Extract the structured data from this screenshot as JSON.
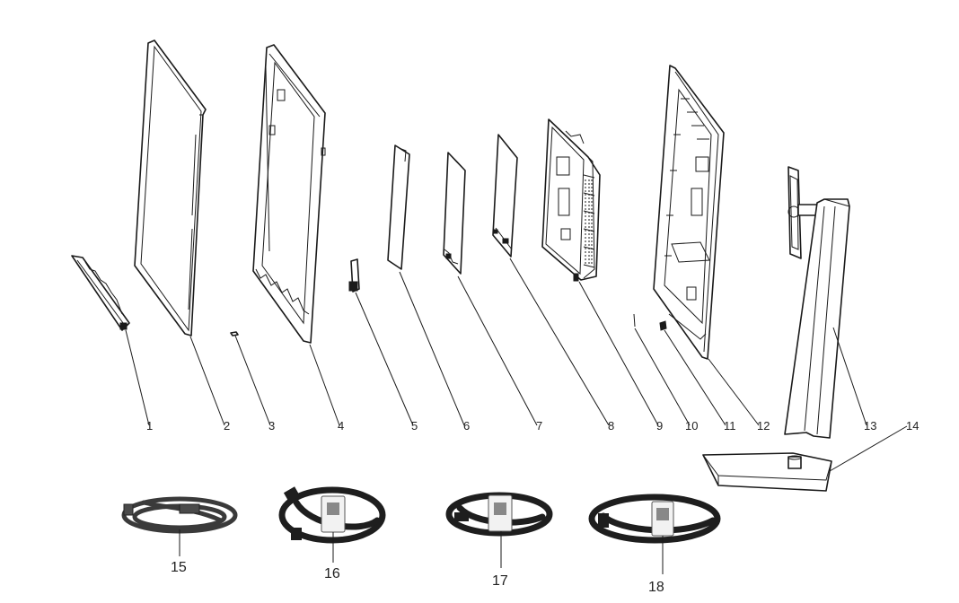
{
  "callouts": [
    "1",
    "2",
    "3",
    "4",
    "5",
    "6",
    "7",
    "8",
    "9",
    "10",
    "11",
    "12",
    "13",
    "14",
    "15",
    "16",
    "17",
    "18"
  ],
  "icons": {
    "p1": "bottom-bezel-strip",
    "p2": "lcd-panel",
    "p3": "small-screw",
    "p4": "middle-frame-bezel",
    "p5": "small-connector-board",
    "p6": "mylar-sheet",
    "p7": "power-board",
    "p8": "main-board",
    "p9": "metal-chassis",
    "p10": "key-cable",
    "p11": "small-bracket",
    "p12": "rear-cover",
    "p13": "stand-riser",
    "p14": "stand-base",
    "p15": "power-cable",
    "p16": "displayport-cable",
    "p17": "usb-cable",
    "p18": "usb-c-cable"
  }
}
